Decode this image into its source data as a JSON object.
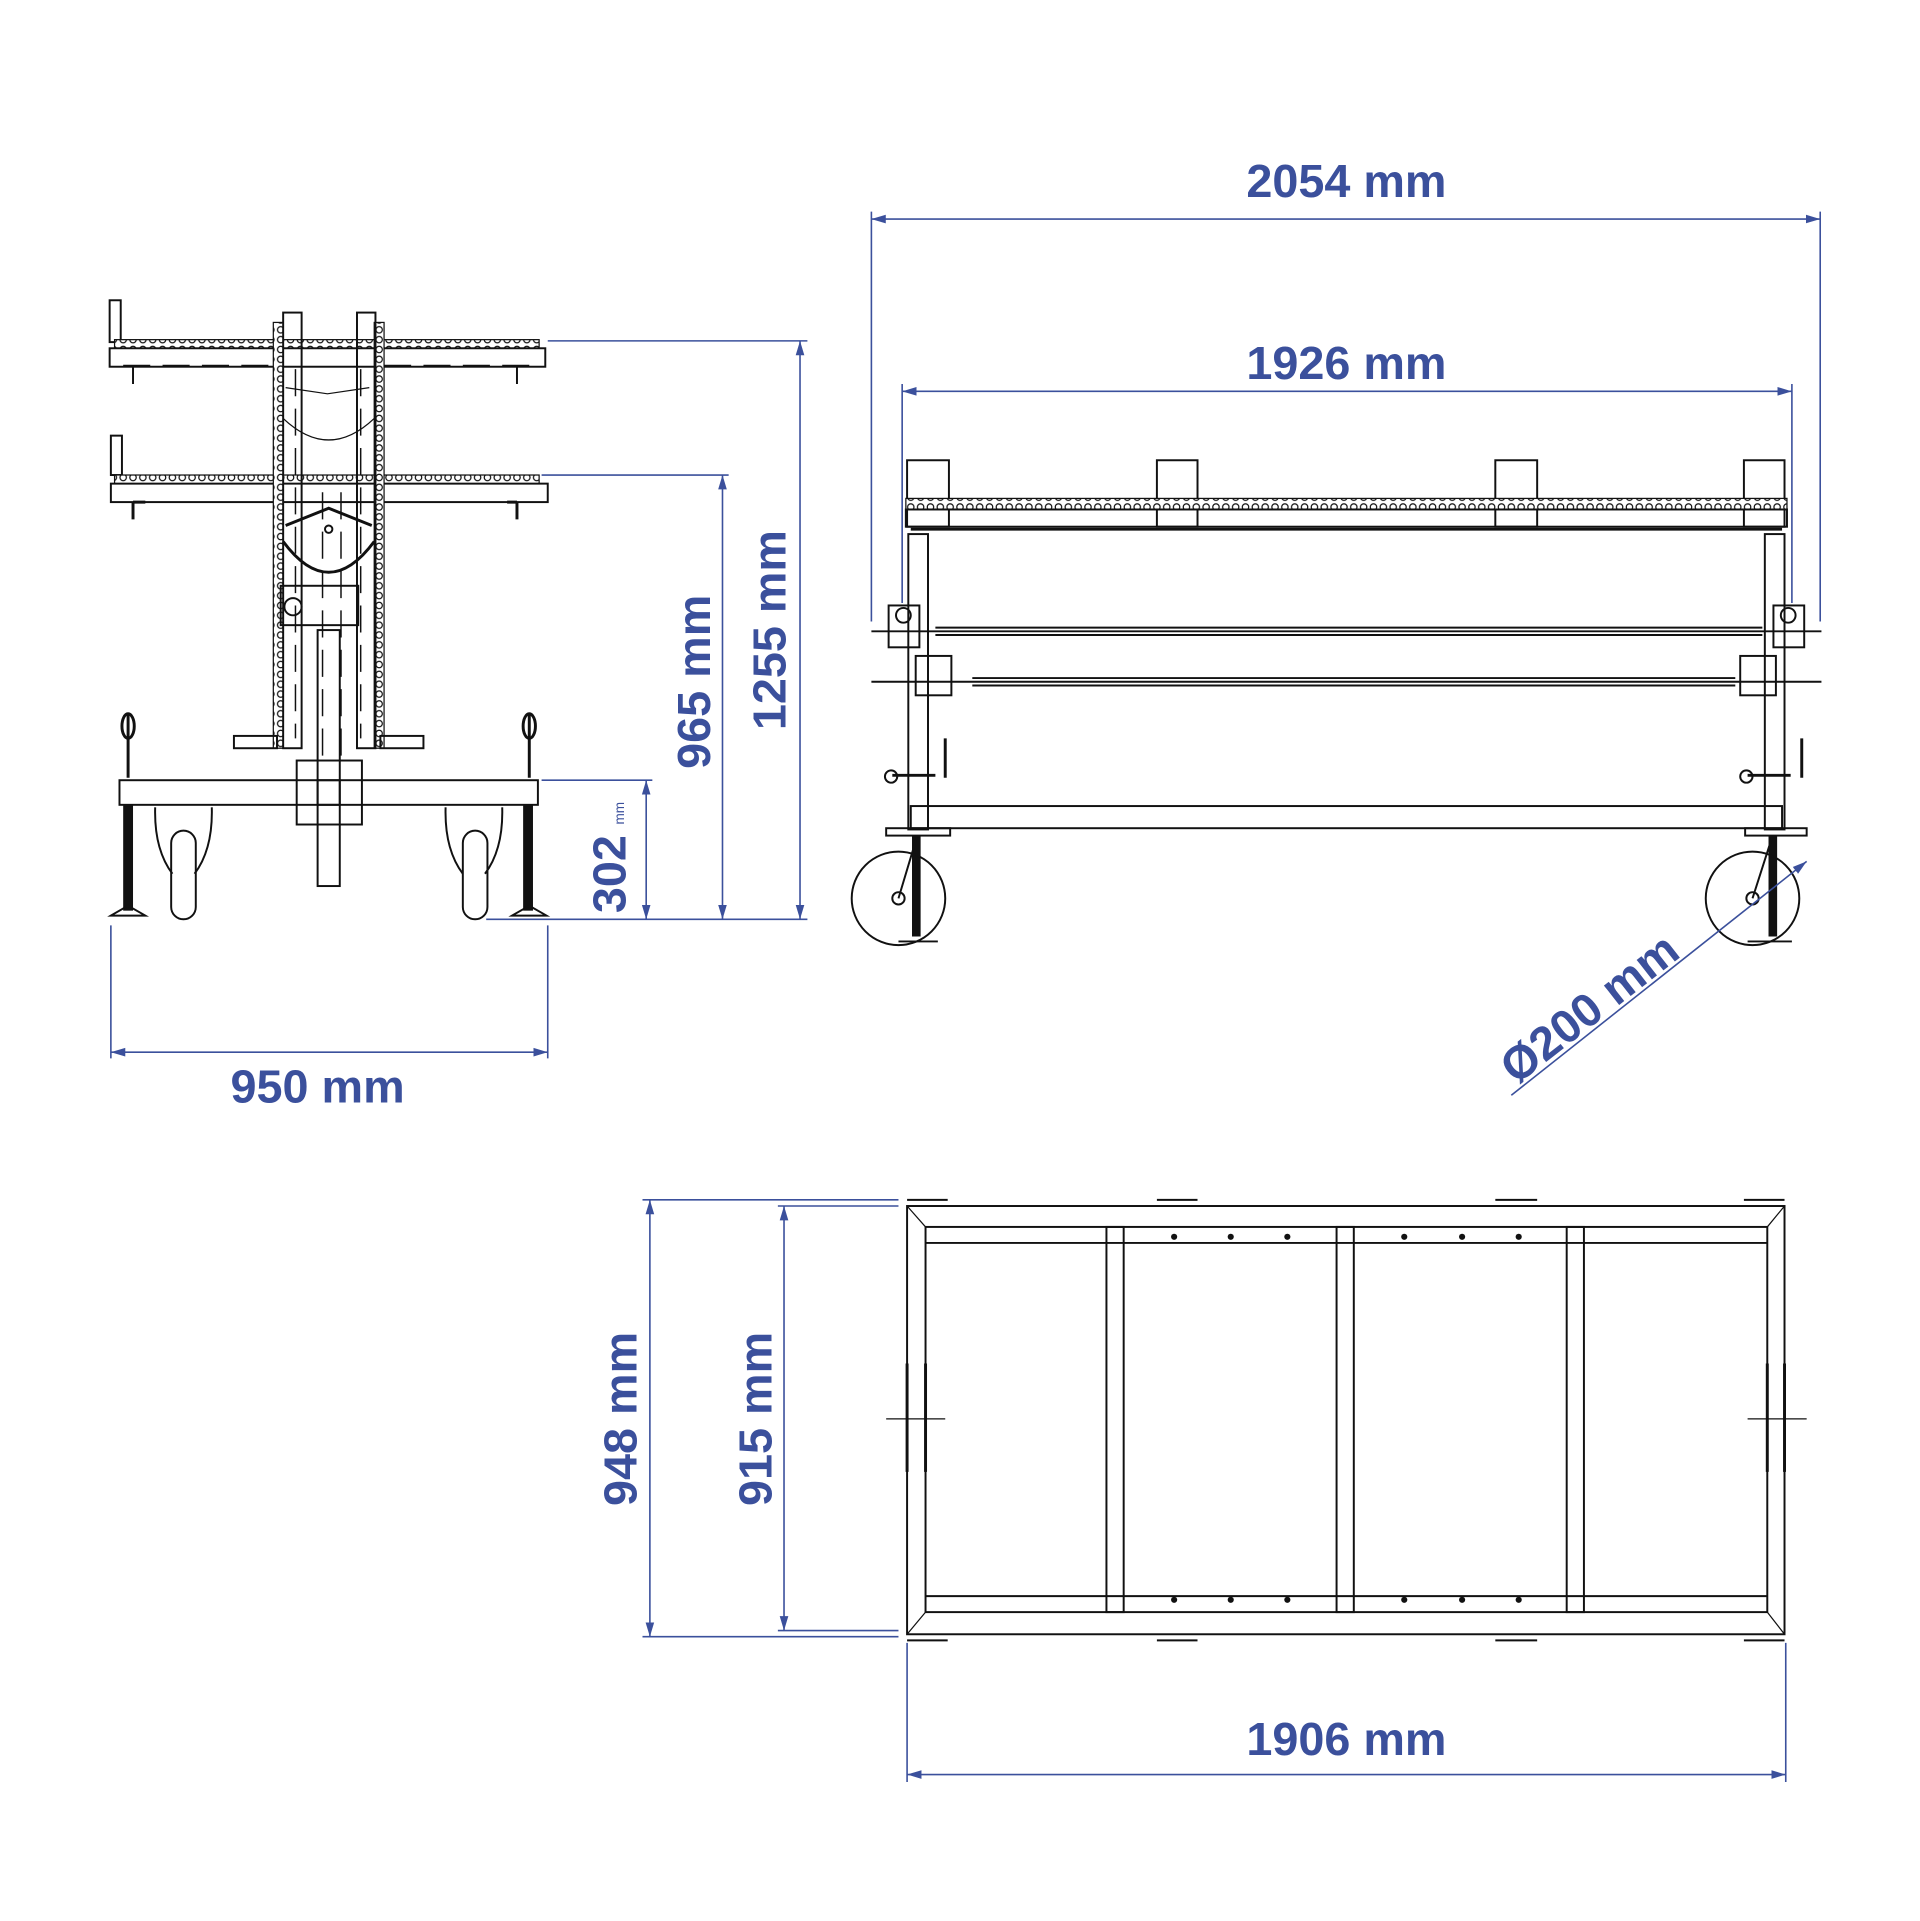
{
  "colors": {
    "dimension": "#3b509c",
    "drawing": "#111111",
    "background": "#ffffff"
  },
  "views": {
    "front": {
      "dimensions": {
        "width": "950 mm",
        "height_total": "1255 mm",
        "height_shelf": "965 mm",
        "height_base": "302",
        "height_base_unit": "mm"
      }
    },
    "side": {
      "dimensions": {
        "length_overall": "2054 mm",
        "length_frame": "1926 mm",
        "wheel_diameter": "Ø200 mm"
      }
    },
    "top": {
      "dimensions": {
        "width_outer": "948 mm",
        "width_inner": "915 mm",
        "length": "1906 mm"
      }
    }
  }
}
